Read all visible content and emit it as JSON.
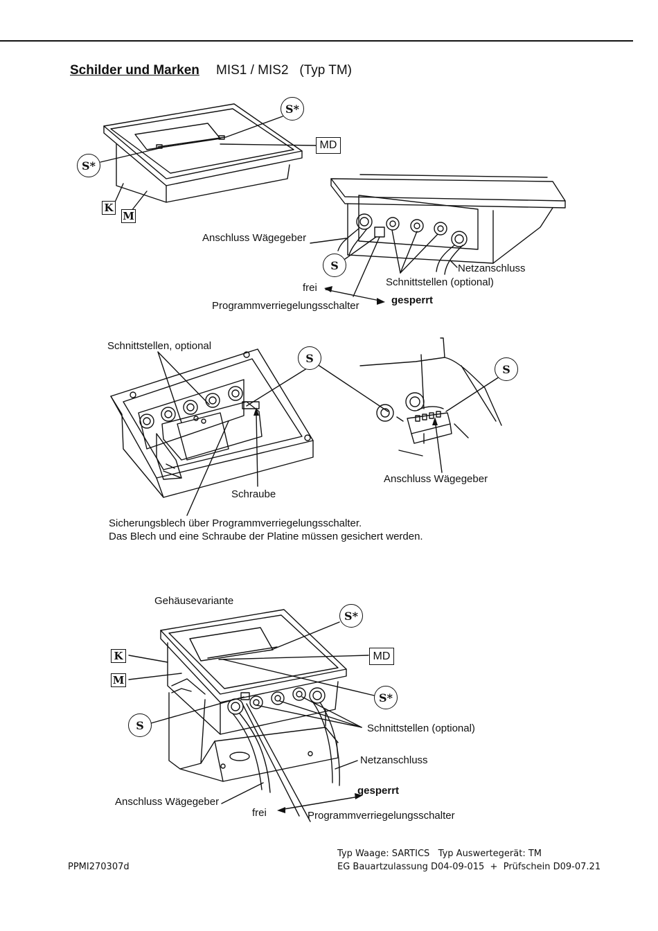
{
  "header": {
    "title": "Schilder und Marken",
    "subtitle": "MIS1 / MIS2   (Typ TM)"
  },
  "marks": {
    "s_star": "S*",
    "s": "S",
    "md": "MD",
    "k": "K",
    "m": "M"
  },
  "figure1": {
    "anschluss_waegegeber": "Anschluss Wägegeber",
    "netzanschluss": "Netzanschluss",
    "schnittstellen": "Schnittstellen (optional)",
    "frei": "frei",
    "programmverriegelungsschalter": "Programmverriegelungsschalter",
    "gesperrt": "gesperrt"
  },
  "figure2": {
    "schnittstellen_optional": "Schnittstellen, optional",
    "schraube": "Schraube",
    "anschluss_waegegeber": "Anschluss Wägegeber",
    "caption_line1": "Sicherungsblech über Programmverriegelungsschalter.",
    "caption_line2": "Das Blech und eine Schraube der Platine müssen gesichert werden."
  },
  "figure3": {
    "gehaeusevariante": "Gehäusevariante",
    "schnittstellen": "Schnittstellen (optional)",
    "netzanschluss": "Netzanschluss",
    "anschluss_waegegeber": "Anschluss Wägegeber",
    "gesperrt": "gesperrt",
    "frei": "frei",
    "programmverriegelungsschalter": "Programmverriegelungsschalter"
  },
  "footer": {
    "doc_id": "PPMI270307d",
    "line1": "Typ Waage: SARTICS   Typ Auswertegerät: TM",
    "line2": "EG Bauartzulassung D04-09-015  +  Prüfschein D09-07.21"
  }
}
